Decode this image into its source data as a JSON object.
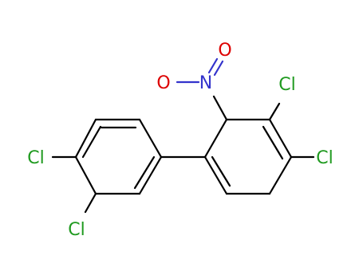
{
  "molecule": {
    "colors": {
      "carbon_bond": "#000000",
      "chlorine": "#1f9a1f",
      "nitrogen": "#3333cc",
      "oxygen": "#dd0000",
      "background": "#ffffff"
    },
    "labels": {
      "cl_left_top": "Cl",
      "cl_left_bottom": "Cl",
      "cl_right_top": "Cl",
      "cl_right_bottom": "Cl",
      "nitrogen": "N",
      "oxygen_top": "O",
      "oxygen_left": "O"
    }
  }
}
